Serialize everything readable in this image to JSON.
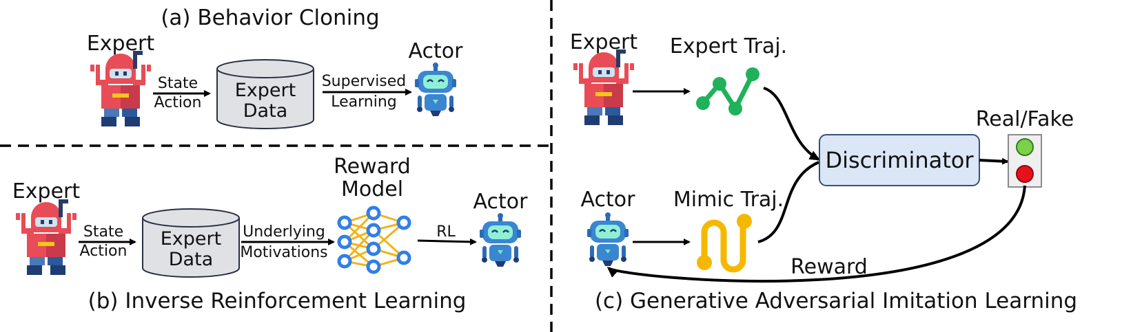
{
  "panel_a": {
    "title": "(a) Behavior Cloning",
    "expert_label": "Expert",
    "arrow1_line1": "State",
    "arrow1_line2": "Action",
    "db_line1": "Expert",
    "db_line2": "Data",
    "arrow2_line1": "Supervised",
    "arrow2_line2": "Learning",
    "actor_label": "Actor"
  },
  "panel_b": {
    "title": "(b) Inverse Reinforcement Learning",
    "expert_label": "Expert",
    "arrow1_line1": "State",
    "arrow1_line2": "Action",
    "db_line1": "Expert",
    "db_line2": "Data",
    "arrow2_line1": "Underlying",
    "arrow2_line2": "Motivations",
    "reward_model_line1": "Reward",
    "reward_model_line2": "Model",
    "arrow3_label": "RL",
    "actor_label": "Actor"
  },
  "panel_c": {
    "title": "(c) Generative Adversarial Imitation Learning",
    "expert_label": "Expert",
    "expert_traj_label": "Expert Traj.",
    "actor_label": "Actor",
    "mimic_traj_label": "Mimic Traj.",
    "discriminator_label": "Discriminator",
    "real_fake_label": "Real/Fake",
    "reward_label": "Reward"
  },
  "colors": {
    "db_fill": "#dfe1e5",
    "discriminator_fill": "#dbe6f6",
    "discriminator_stroke": "#33507f",
    "expert_traj": "#1fb25a",
    "mimic_traj": "#f5b800",
    "nn_node": "#2f7fea",
    "nn_edge": "#f2b316",
    "light_green": "#7cd04a",
    "light_red": "#e8111b"
  }
}
